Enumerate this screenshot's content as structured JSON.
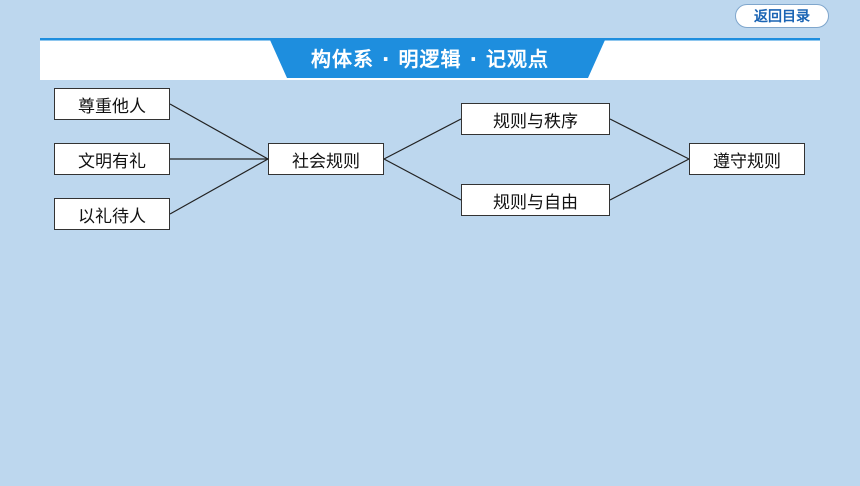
{
  "header": {
    "back_label": "返回目录",
    "banner_title": "构体系 · 明逻辑 · 记观点"
  },
  "colors": {
    "background": "#bdd7ee",
    "banner_blue": "#1e8ede",
    "banner_line": "#1e8ede",
    "back_text": "#1a64b4"
  },
  "diagram": {
    "left_nodes": [
      "尊重他人",
      "文明有礼",
      "以礼待人"
    ],
    "center_node": "社会规则",
    "branch_nodes": [
      "规则与秩序",
      "规则与自由"
    ],
    "end_node": "遵守规则"
  }
}
